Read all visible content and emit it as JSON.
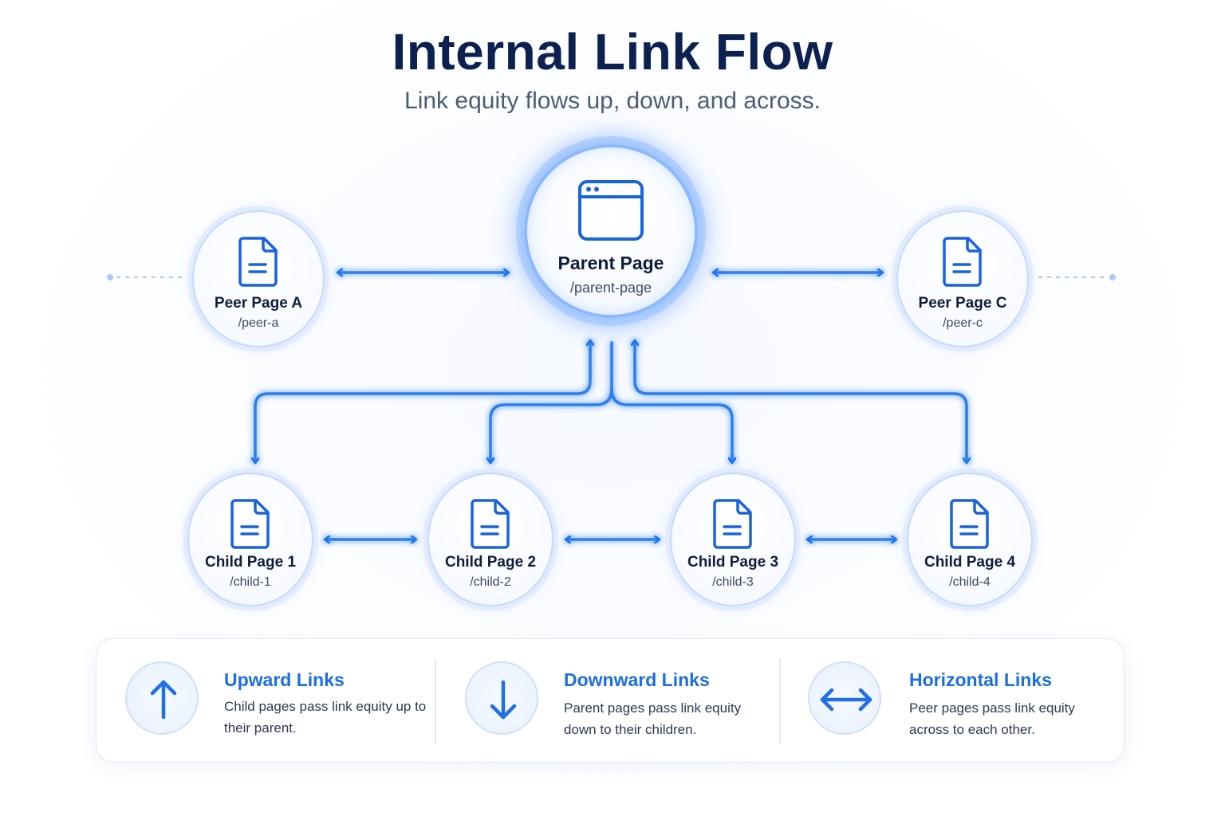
{
  "header": {
    "title": "Internal Link Flow",
    "subtitle": "Link equity flows up, down, and across."
  },
  "nodes": {
    "parent": {
      "label": "Parent Page",
      "path": "/parent-page"
    },
    "peer_a": {
      "label": "Peer Page A",
      "path": "/peer-a"
    },
    "peer_c": {
      "label": "Peer Page C",
      "path": "/peer-c"
    },
    "child_1": {
      "label": "Child Page 1",
      "path": "/child-1"
    },
    "child_2": {
      "label": "Child Page 2",
      "path": "/child-2"
    },
    "child_3": {
      "label": "Child Page 3",
      "path": "/child-3"
    },
    "child_4": {
      "label": "Child Page 4",
      "path": "/child-4"
    }
  },
  "legend": {
    "upward": {
      "title": "Upward Links",
      "desc": "Child pages pass link equity up to their parent.",
      "icon": "arrow-up-icon"
    },
    "downward": {
      "title": "Downward Links",
      "desc": "Parent pages pass link equity down to their children.",
      "icon": "arrow-down-icon"
    },
    "horizontal": {
      "title": "Horizontal Links",
      "desc": "Peer pages pass link equity across to each other.",
      "icon": "arrow-left-right-icon"
    }
  },
  "colors": {
    "accent": "#1a6fe0",
    "title": "#0d2150",
    "node_border": "#c5dafb"
  }
}
